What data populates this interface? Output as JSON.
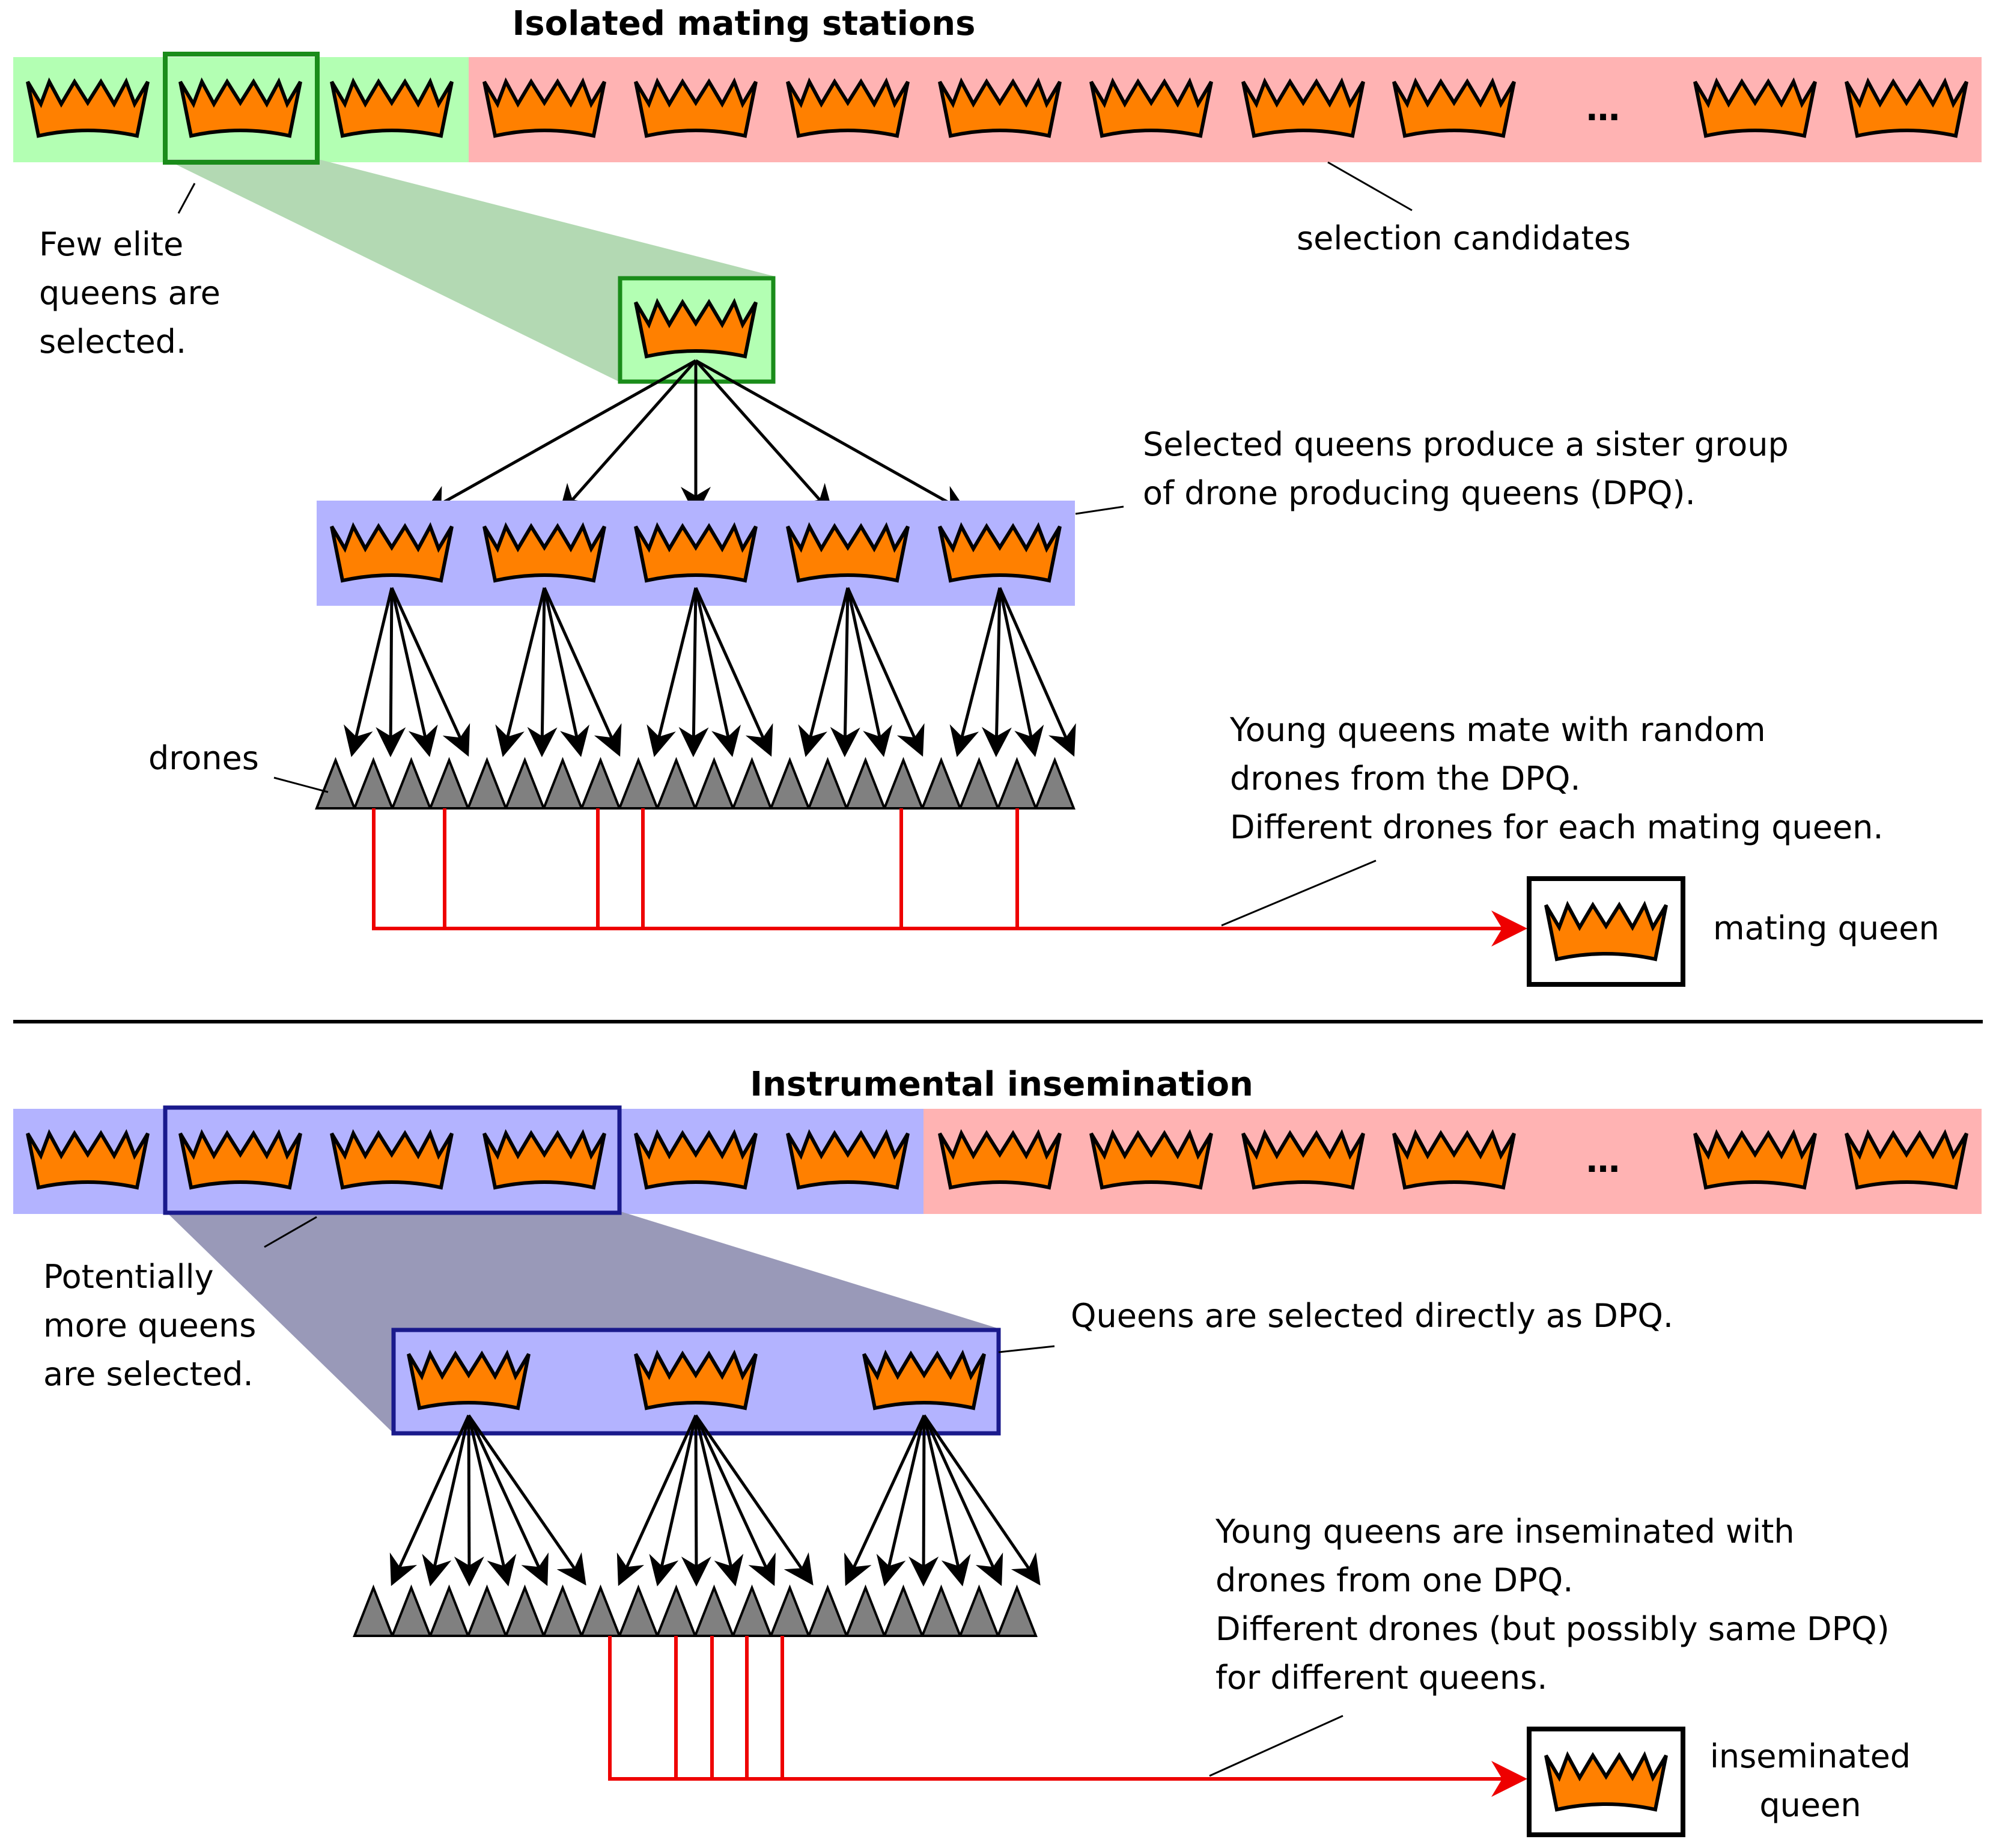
{
  "colors": {
    "elite_bg": "#b3ffb3",
    "elite_border": "#1a8c1a",
    "elite_shadow": "#b3d9b3",
    "candidate_bg": "#ffb3b3",
    "dpq_bg": "#b3b3ff",
    "dpq_border": "#1a1a8c",
    "dpq_shadow": "#9999b8",
    "crown_fill": "#ff8000",
    "drone_fill": "#808080",
    "mating_line": "#ee0000"
  },
  "section_mating": {
    "title": "Isolated mating stations",
    "ellipsis": "…",
    "elite_label": [
      "Few elite",
      "queens are",
      "selected."
    ],
    "candidates_label": "selection candidates",
    "sister_label": [
      "Selected queens produce a sister group",
      "of drone producing queens (DPQ)."
    ],
    "drones_label": "drones",
    "mate_label": [
      "Young queens mate with random",
      "drones from the DPQ.",
      "Different drones for each mating queen."
    ],
    "result_label": "mating queen"
  },
  "section_insem": {
    "title": "Instrumental insemination",
    "ellipsis": "…",
    "selected_label": [
      "Potentially",
      "more queens",
      "are selected."
    ],
    "dpq_label": "Queens are selected directly as DPQ.",
    "insem_label": [
      "Young queens are inseminated with",
      "drones from one DPQ.",
      "Different drones (but possibly same DPQ)",
      "for different queens."
    ],
    "result_label": [
      "inseminated",
      "queen"
    ]
  }
}
